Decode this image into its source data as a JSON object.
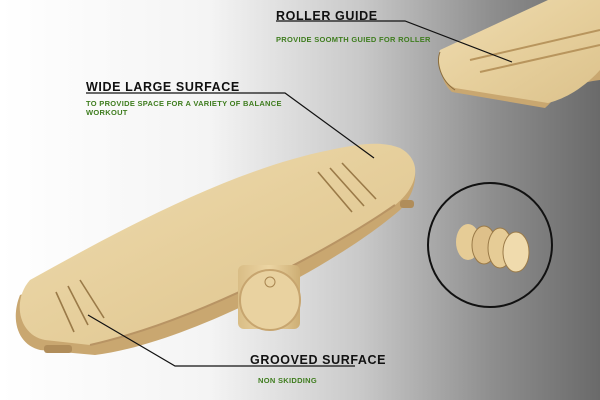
{
  "callouts": {
    "roller_guide": {
      "title": "ROLLER GUIDE",
      "subtitle": "PROVIDE SOOMTH GUIED FOR ROLLER"
    },
    "wide_surface": {
      "title": "WIDE LARGE SURFACE",
      "subtitle": "TO PROVIDE SPACE FOR A VARIETY OF BALANCE WORKOUT"
    },
    "grooved_surface": {
      "title": "GROOVED SURFACE",
      "subtitle": "NON SKIDDING"
    }
  },
  "colors": {
    "wood": "#e8d3a4",
    "wood_edge": "#c9a770",
    "title_text": "#111111",
    "subtitle_text": "#3f7d1f"
  },
  "icons": [
    "balance-board",
    "roller-cylinder",
    "roller-guide-board",
    "roller-discs-detail"
  ]
}
